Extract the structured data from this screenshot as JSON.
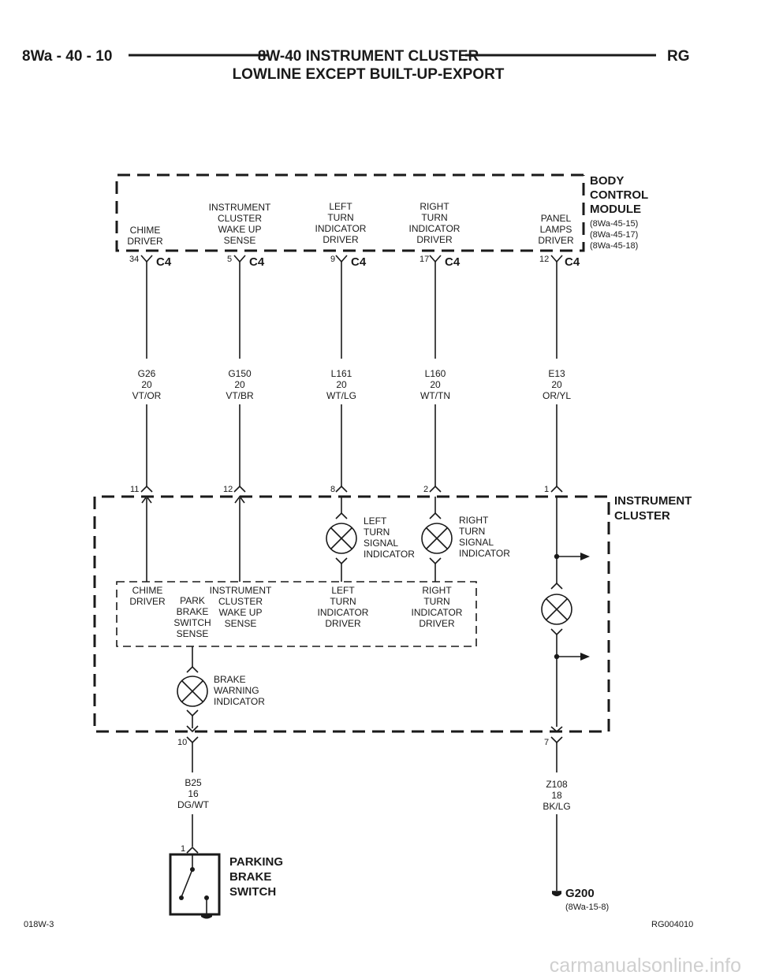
{
  "header": {
    "page_ref": "8Wa - 40 - 10",
    "title_line1": "8W-40 INSTRUMENT CLUSTER",
    "title_line2": "LOWLINE EXCEPT BUILT-UP-EXPORT",
    "right_code": "RG"
  },
  "bcm": {
    "name_lines": [
      "BODY",
      "CONTROL",
      "MODULE"
    ],
    "refs": [
      "(8Wa-45-15)",
      "(8Wa-45-17)",
      "(8Wa-45-18)"
    ],
    "drivers": [
      [
        "CHIME",
        "DRIVER"
      ],
      [
        "INSTRUMENT",
        "CLUSTER",
        "WAKE UP",
        "SENSE"
      ],
      [
        "LEFT",
        "TURN",
        "INDICATOR",
        "DRIVER"
      ],
      [
        "RIGHT",
        "TURN",
        "INDICATOR",
        "DRIVER"
      ],
      [
        "PANEL",
        "LAMPS",
        "DRIVER"
      ]
    ],
    "connector": "C4",
    "pins": [
      "34",
      "5",
      "9",
      "17",
      "12"
    ]
  },
  "wires": [
    [
      "G26",
      "20",
      "VT/OR"
    ],
    [
      "G150",
      "20",
      "VT/BR"
    ],
    [
      "L161",
      "20",
      "WT/LG"
    ],
    [
      "L160",
      "20",
      "WT/TN"
    ],
    [
      "E13",
      "20",
      "OR/YL"
    ]
  ],
  "cluster": {
    "name_lines": [
      "INSTRUMENT",
      "CLUSTER"
    ],
    "top_pins": [
      "11",
      "12",
      "8",
      "2",
      "1"
    ],
    "left_turn_lamp": [
      "LEFT",
      "TURN",
      "SIGNAL",
      "INDICATOR"
    ],
    "right_turn_lamp": [
      "RIGHT",
      "TURN",
      "SIGNAL",
      "INDICATOR"
    ],
    "inner_labels": [
      [
        "CHIME",
        "DRIVER"
      ],
      [
        "PARK",
        "BRAKE",
        "SWITCH",
        "SENSE"
      ],
      [
        "INSTRUMENT",
        "CLUSTER",
        "WAKE UP",
        "SENSE"
      ],
      [
        "LEFT",
        "TURN",
        "INDICATOR",
        "DRIVER"
      ],
      [
        "RIGHT",
        "TURN",
        "INDICATOR",
        "DRIVER"
      ]
    ],
    "brake_lamp": [
      "BRAKE",
      "WARNING",
      "INDICATOR"
    ],
    "bottom_pins": [
      "10",
      "7"
    ]
  },
  "bottom_wires": [
    [
      "B25",
      "16",
      "DG/WT"
    ],
    [
      "Z108",
      "18",
      "BK/LG"
    ]
  ],
  "switch": {
    "pin": "1",
    "name_lines": [
      "PARKING",
      "BRAKE",
      "SWITCH"
    ]
  },
  "ground": {
    "name": "G200",
    "ref": "(8Wa-15-8)"
  },
  "footer": {
    "left": "018W-3",
    "right": "RG004010"
  },
  "watermark": "carmanualsonline.info"
}
